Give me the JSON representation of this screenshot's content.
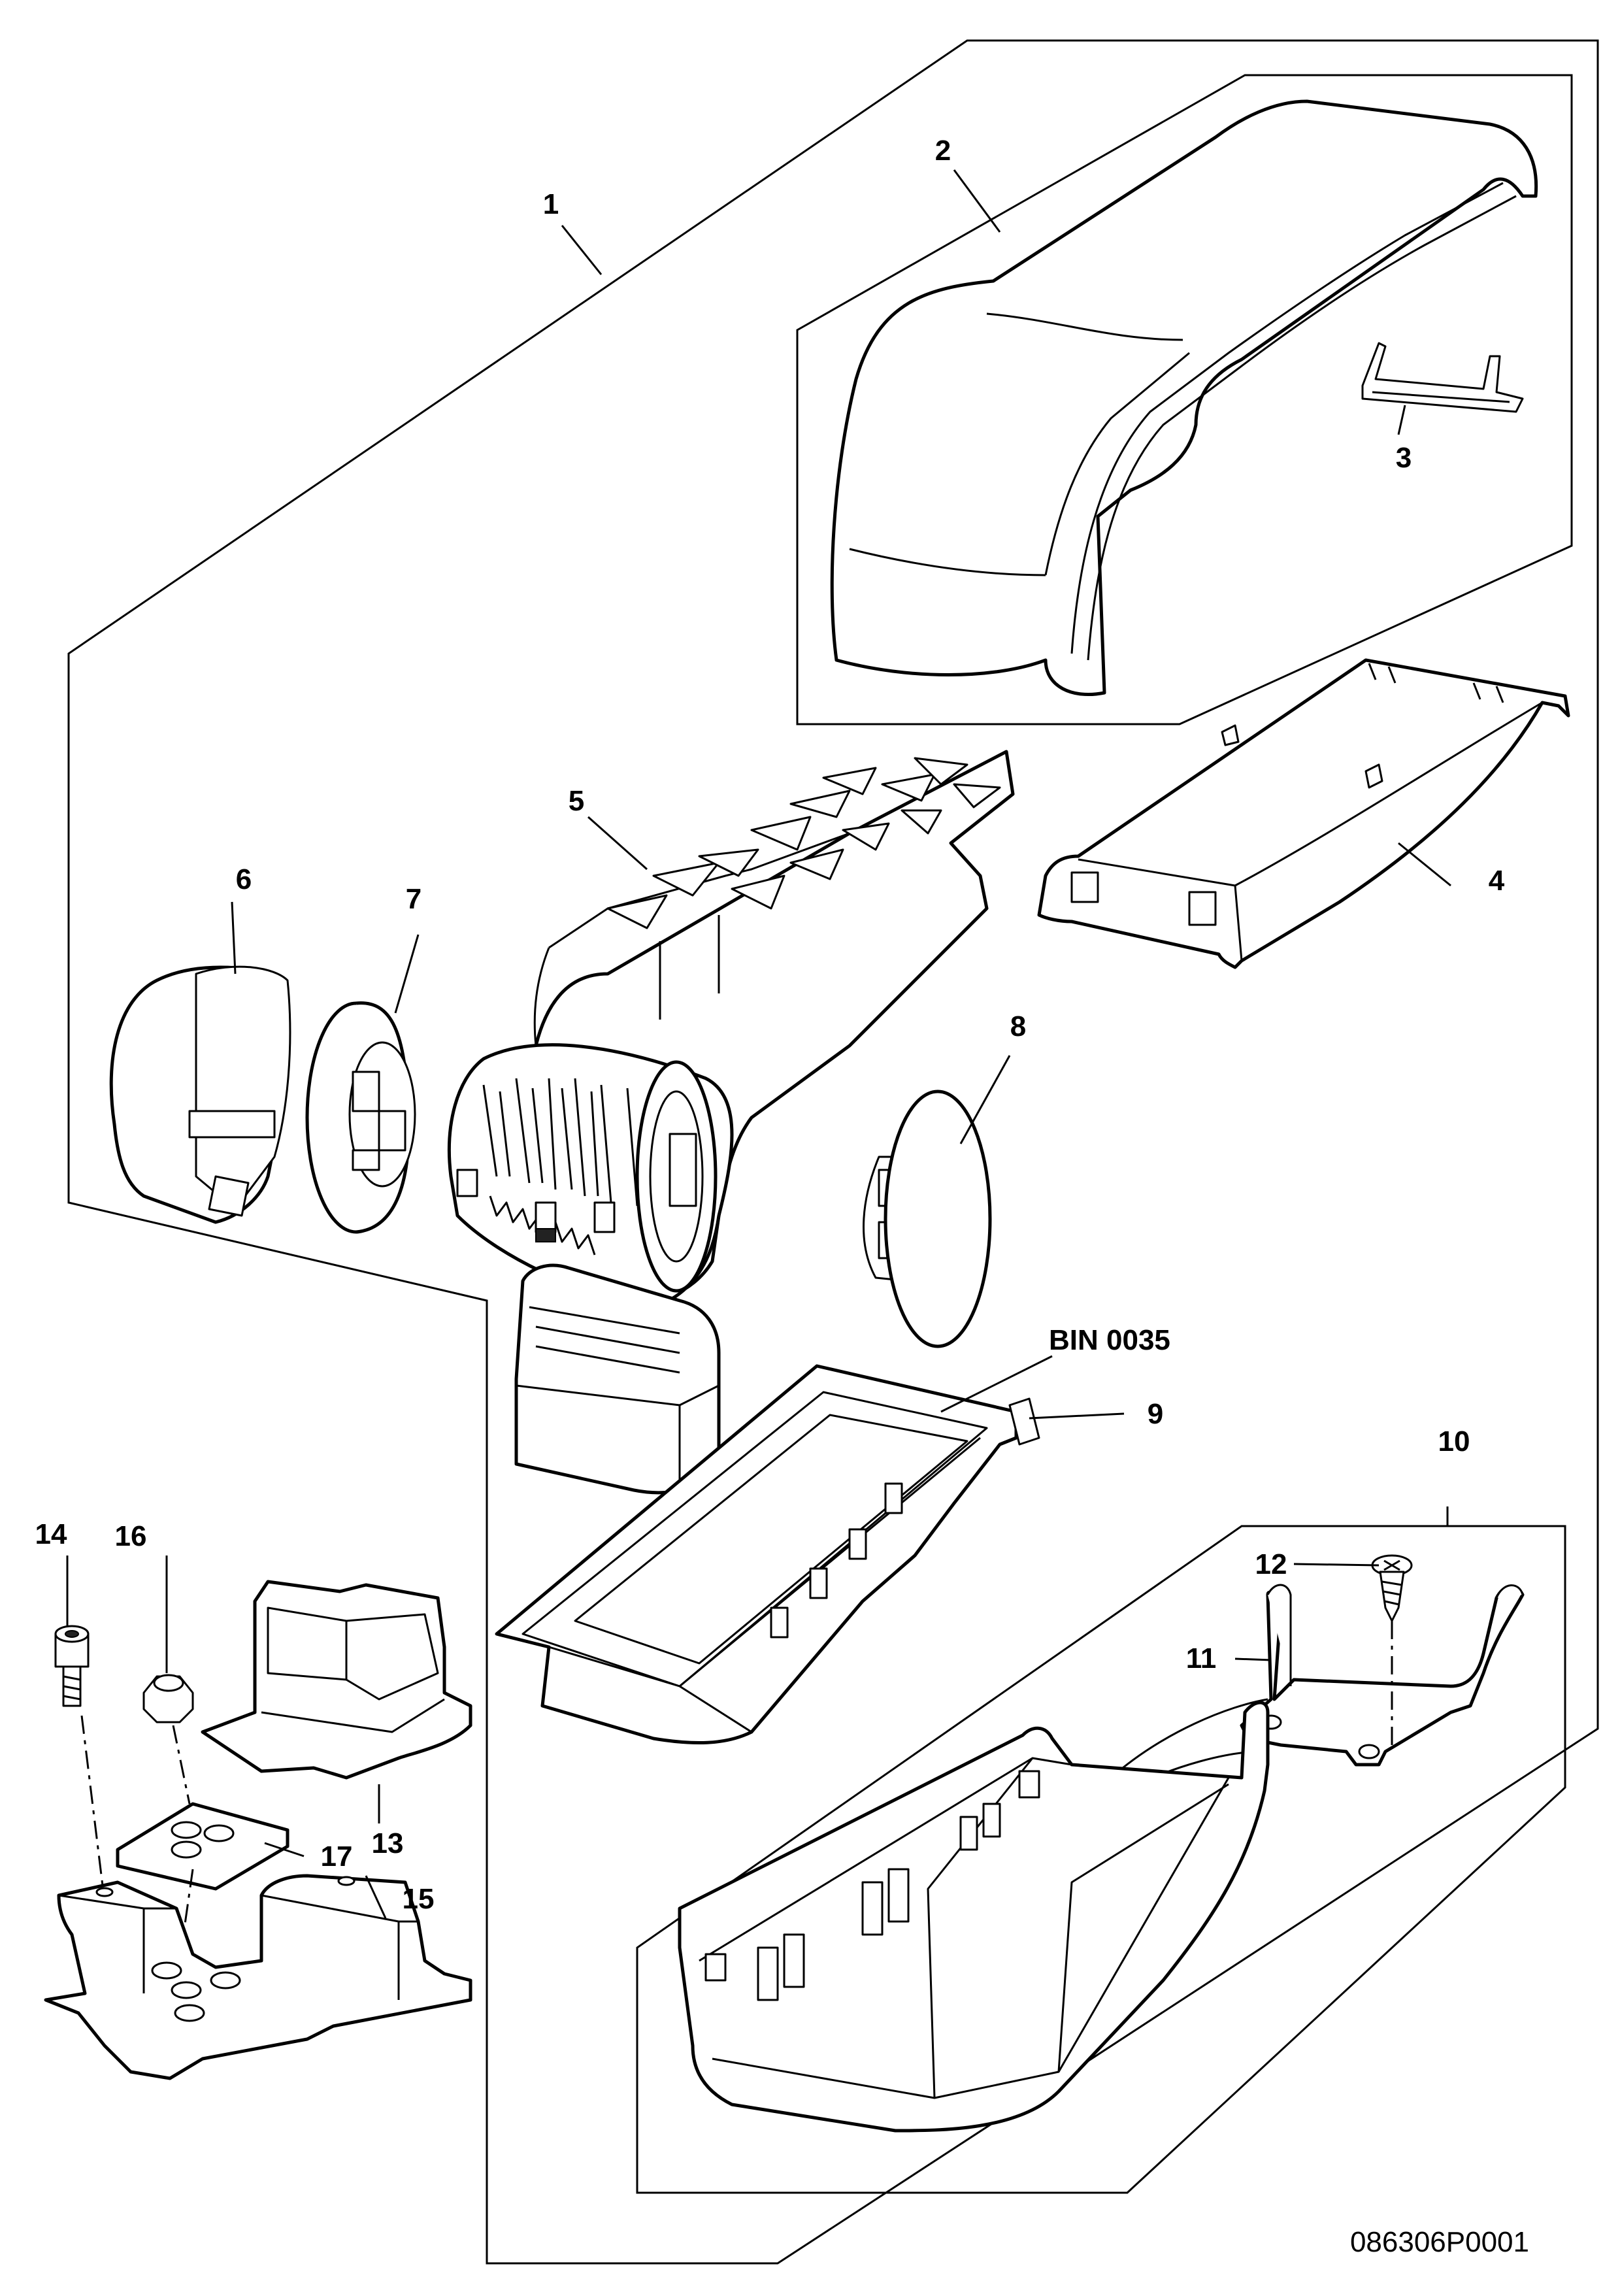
{
  "diagram": {
    "document_id": "086306P0001",
    "bin_label": "BIN 0035",
    "callouts": {
      "c1": "1",
      "c2": "2",
      "c3": "3",
      "c4": "4",
      "c5": "5",
      "c6": "6",
      "c7": "7",
      "c8": "8",
      "c9": "9",
      "c10": "10",
      "c11": "11",
      "c12": "12",
      "c13": "13",
      "c14": "14",
      "c15": "15",
      "c16": "16",
      "c17": "17"
    }
  }
}
